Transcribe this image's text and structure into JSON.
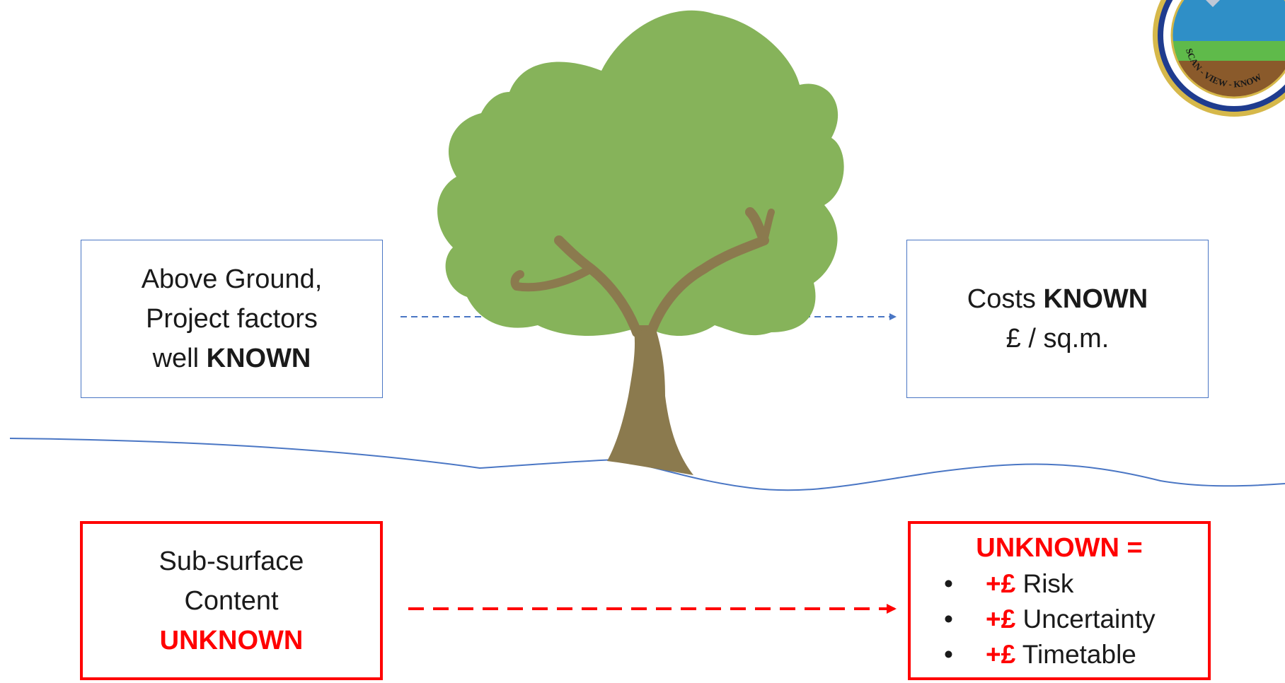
{
  "top_left": {
    "line1": "Above Ground,",
    "line2": "Project factors",
    "line3_prefix": "well ",
    "line3_bold": "KNOWN"
  },
  "top_right": {
    "line1_prefix": "Costs ",
    "line1_bold": "KNOWN",
    "line2": "£ / sq.m."
  },
  "bottom_left": {
    "line1": "Sub-surface",
    "line2": "Content",
    "line3": "UNKNOWN"
  },
  "bottom_right": {
    "heading": "UNKNOWN =",
    "items": [
      {
        "prefix": "+£",
        "text": " Risk"
      },
      {
        "prefix": "+£",
        "text": " Uncertainty"
      },
      {
        "prefix": "+£",
        "text": " Timetable"
      }
    ]
  },
  "logo": {
    "text": "SCAN - VIEW - KNOW"
  },
  "colors": {
    "blue": "#4a76c4",
    "red": "#ff0000",
    "foliage": "#86b35a",
    "trunk": "#8b7a4e"
  }
}
